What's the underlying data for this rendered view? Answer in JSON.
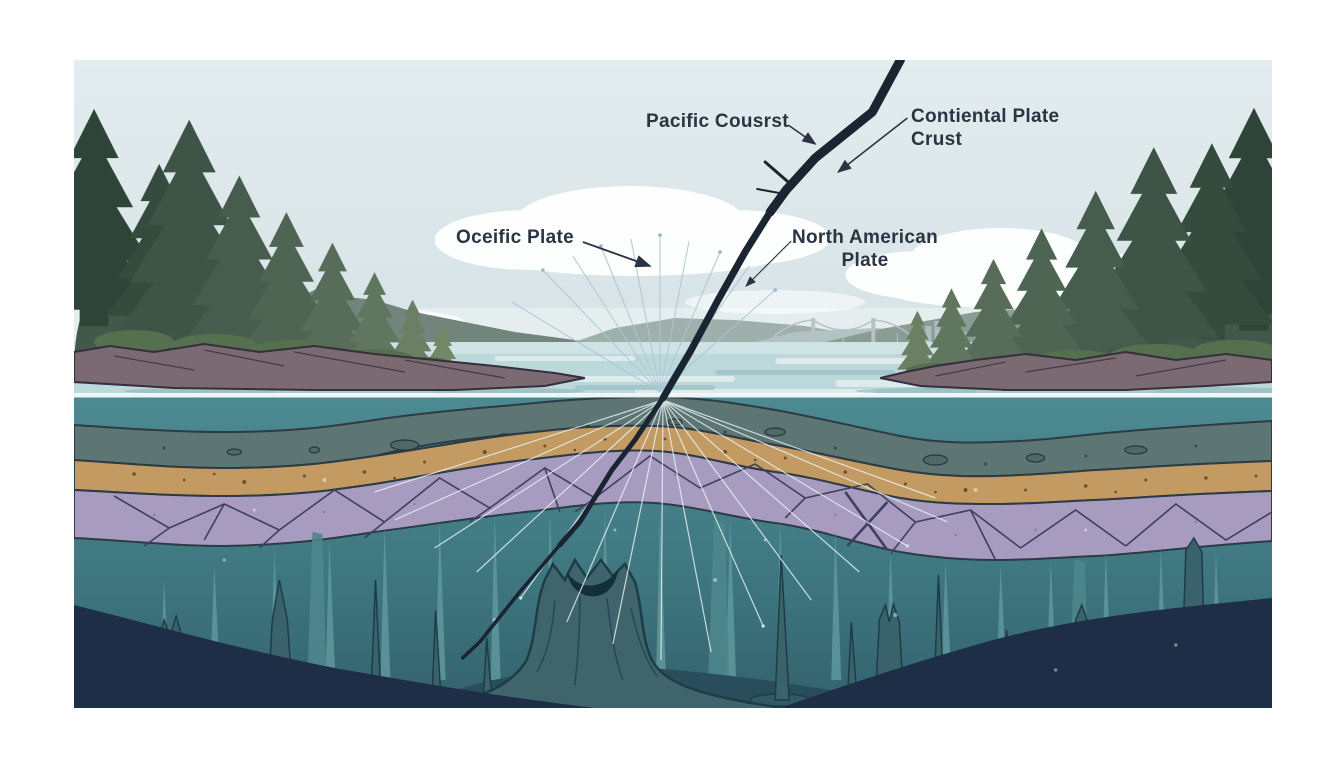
{
  "title": "Coastal tectonic plate cross-section illustration",
  "labels": {
    "pacific": {
      "text": "Pacific Cousrst"
    },
    "continental": {
      "line1": "Contiental Plate",
      "line2": "Crust"
    },
    "oceanic": {
      "text": "Oceific Plate"
    },
    "north_american": {
      "line1": "North American",
      "line2": "Plate"
    }
  },
  "colors": {
    "page_background": "#ffffff",
    "sky": "#dde8ec",
    "cloud": "#ffffff",
    "water_surface": "#bcd8da",
    "waterline": "#f6fbfc",
    "underwater_top": "#4d8a91",
    "underwater_bottom": "#33626d",
    "sediment_layer": "#5d7673",
    "sand_layer": "#c29a62",
    "bedrock_layer": "#a89bc0",
    "bedrock_crack": "#3f3f5e",
    "seafloor": "#1f2e47",
    "fault_line": "#1a2531",
    "seismic_ray": "#aecbd8",
    "forest_dark": "#2f4438",
    "shore_rock": "#7b6a72",
    "label_text": "#2a3442"
  },
  "scene": {
    "strata": [
      "surface water",
      "sediment band",
      "sandy crust band",
      "fractured bedrock band",
      "deep water",
      "seafloor"
    ],
    "features": [
      "evergreen shorelines",
      "distant suspension bridge",
      "fault crack",
      "seismic rays",
      "sunken ghost-forest stumps"
    ]
  }
}
